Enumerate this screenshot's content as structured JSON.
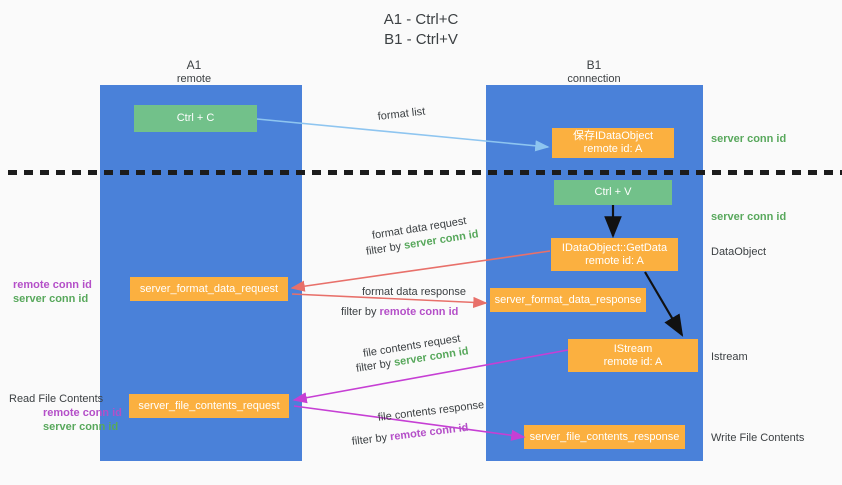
{
  "title": {
    "line1": "A1 - Ctrl+C",
    "line2": "B1 - Ctrl+V"
  },
  "colors": {
    "panel_blue": "#4a81d9",
    "node_orange": "#fbb040",
    "node_green": "#72c18a",
    "server_green_text": "#58a85c",
    "remote_purple_text": "#b44fc8",
    "arrow_lightblue": "#8ec5f0",
    "arrow_red": "#e8706a",
    "arrow_magenta": "#c63fd4",
    "arrow_black": "#000000",
    "background": "#fafafa"
  },
  "columns": [
    {
      "name": "A1",
      "subtitle": "remote"
    },
    {
      "name": "B1",
      "subtitle": "connection"
    }
  ],
  "nodes": [
    {
      "id": "ctrl-c",
      "kind": "green",
      "line1": "Ctrl + C",
      "line2": ""
    },
    {
      "id": "save-idataobject",
      "kind": "orange",
      "line1": "保存IDataObject",
      "line2": "remote id: A"
    },
    {
      "id": "ctrl-v",
      "kind": "green",
      "line1": "Ctrl + V",
      "line2": ""
    },
    {
      "id": "idataobject-getdata",
      "kind": "orange",
      "line1": "IDataObject::GetData",
      "line2": "remote id: A"
    },
    {
      "id": "server-format-data-request",
      "kind": "orange",
      "line1": "server_format_data_request",
      "line2": ""
    },
    {
      "id": "server-format-data-response",
      "kind": "orange",
      "line1": "server_format_data_response",
      "line2": ""
    },
    {
      "id": "istream",
      "kind": "orange",
      "line1": "IStream",
      "line2": "remote id: A"
    },
    {
      "id": "server-file-contents-request",
      "kind": "orange",
      "line1": "server_file_contents_request",
      "line2": ""
    },
    {
      "id": "server-file-contents-response",
      "kind": "orange",
      "line1": "server_file_contents_response",
      "line2": ""
    }
  ],
  "edge_labels": {
    "format_list": "format list",
    "format_data_request": "format data request",
    "format_data_response": "format data response",
    "file_contents_request": "file contents request",
    "file_contents_response": "file contents response",
    "filter_by": "filter by ",
    "server_conn_id": "server conn id",
    "remote_conn_id": "remote conn id"
  },
  "right_labels": [
    {
      "id": "server-conn-id-top",
      "text": "server conn id",
      "tone": "green"
    },
    {
      "id": "server-conn-id-second",
      "text": "server conn id",
      "tone": "green"
    },
    {
      "id": "dataobject",
      "text": "DataObject",
      "tone": "dark"
    },
    {
      "id": "istream",
      "text": "Istream",
      "tone": "dark"
    },
    {
      "id": "write-file-contents",
      "text": "Write File Contents",
      "tone": "dark"
    }
  ],
  "left_labels": {
    "read_file_contents": "Read File Contents",
    "remote_conn_id": "remote conn id",
    "server_conn_id": "server conn id"
  }
}
